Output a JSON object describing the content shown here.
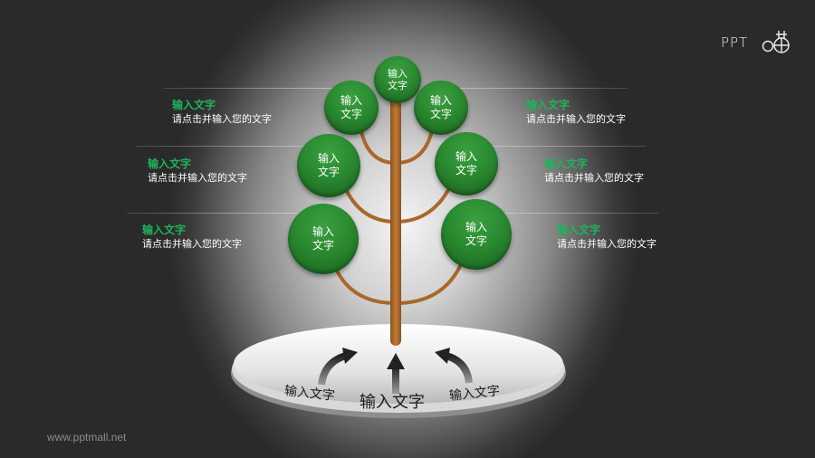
{
  "logo": {
    "text": "PPT",
    "icon": "ppt-logo-icon"
  },
  "watermark": "www.pptmall.net",
  "colors": {
    "accent_green": "#1fb35a",
    "leaf_green": "#2a8a30",
    "trunk_brown": "#a8682a",
    "background": "#2b2b2b"
  },
  "top_leaf": {
    "line1": "输入",
    "line2": "文字"
  },
  "left_items": [
    {
      "title": "输入文字",
      "desc": "请点击并输入您的文字"
    },
    {
      "title": "输入文字",
      "desc": "请点击并输入您的文字"
    },
    {
      "title": "输入文字",
      "desc": "请点击并输入您的文字"
    }
  ],
  "right_items": [
    {
      "title": "输入文字",
      "desc": "请点击并输入您的文字"
    },
    {
      "title": "输入文字",
      "desc": "请点击并输入您的文字"
    },
    {
      "title": "输入文字",
      "desc": "请点击并输入您的文字"
    }
  ],
  "left_leaves": [
    {
      "line1": "输入",
      "line2": "文字"
    },
    {
      "line1": "输入",
      "line2": "文字"
    },
    {
      "line1": "输入",
      "line2": "文字"
    }
  ],
  "right_leaves": [
    {
      "line1": "输入",
      "line2": "文字"
    },
    {
      "line1": "输入",
      "line2": "文字"
    },
    {
      "line1": "输入",
      "line2": "文字"
    }
  ],
  "base": {
    "left_label": "输入文字",
    "center_label": "输入文字",
    "right_label": "输入文字"
  }
}
